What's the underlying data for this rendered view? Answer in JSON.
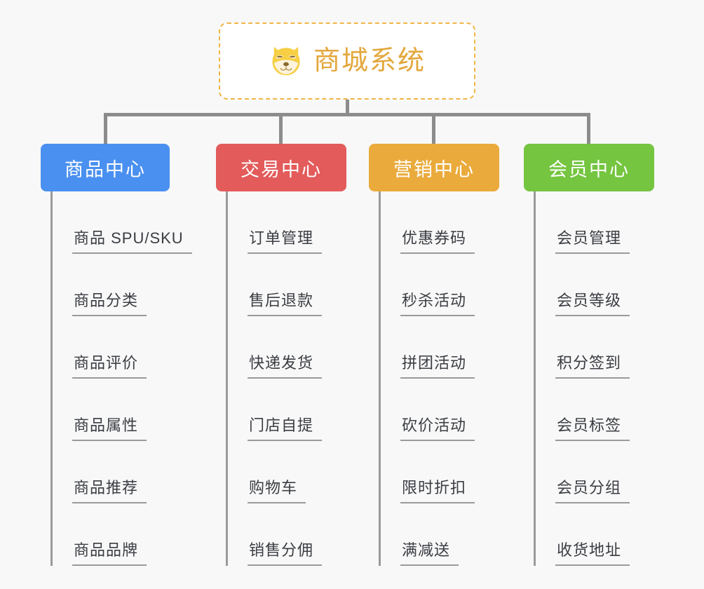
{
  "root": {
    "title": "商城系统",
    "icon": "shiba-dog-icon",
    "border_color": "#f0b648",
    "title_color": "#e3a73c",
    "background": "#ffffff"
  },
  "canvas": {
    "background": "#f8f8f8",
    "connector_color": "#8c8c8c"
  },
  "categories": [
    {
      "label": "商品中心",
      "color": "#4a90f0",
      "items": [
        "商品 SPU/SKU",
        "商品分类",
        "商品评价",
        "商品属性",
        "商品推荐",
        "商品品牌"
      ]
    },
    {
      "label": "交易中心",
      "color": "#e35b5b",
      "items": [
        "订单管理",
        "售后退款",
        "快递发货",
        "门店自提",
        "购物车",
        "销售分佣"
      ]
    },
    {
      "label": "营销中心",
      "color": "#eaab3c",
      "items": [
        "优惠券码",
        "秒杀活动",
        "拼团活动",
        "砍价活动",
        "限时折扣",
        "满减送"
      ]
    },
    {
      "label": "会员中心",
      "color": "#75c540",
      "items": [
        "会员管理",
        "会员等级",
        "积分签到",
        "会员标签",
        "会员分组",
        "收货地址"
      ]
    }
  ]
}
